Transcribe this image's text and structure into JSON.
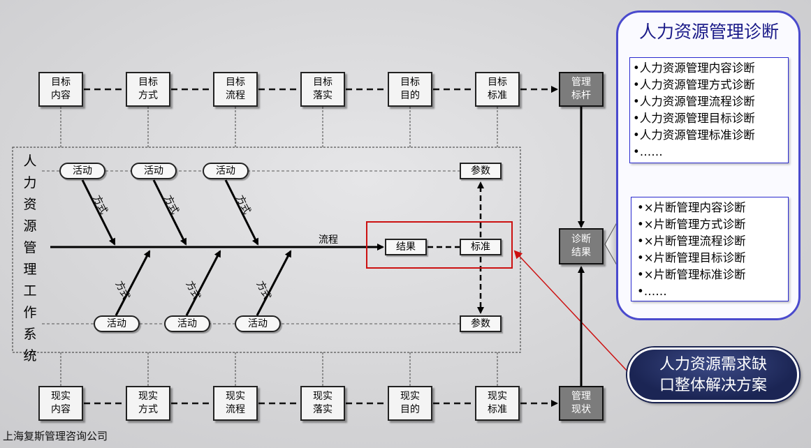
{
  "top_row": [
    {
      "label": "目标\n内容"
    },
    {
      "label": "目标\n方式"
    },
    {
      "label": "目标\n流程"
    },
    {
      "label": "目标\n落实"
    },
    {
      "label": "目标\n目的"
    },
    {
      "label": "目标\n标准"
    }
  ],
  "bottom_row": [
    {
      "label": "现实\n内容"
    },
    {
      "label": "现实\n方式"
    },
    {
      "label": "现实\n流程"
    },
    {
      "label": "现实\n落实"
    },
    {
      "label": "现实\n目的"
    },
    {
      "label": "现实\n标准"
    }
  ],
  "benchmark": "管理\n标杆",
  "current_state": "管理\n现状",
  "diagnosis_result": "诊断\n结果",
  "system_title": "人力资源管理工作系统",
  "activity_label": "活动",
  "method_label": "方式",
  "parameter_label": "参数",
  "flow_label": "流程",
  "result_label": "结果",
  "standard_label": "标准",
  "diagnosis_panel": {
    "title": "人力资源管理诊断",
    "items": [
      "•人力资源管理内容诊断",
      "•人力资源管理方式诊断",
      "•人力资源管理流程诊断",
      "•人力资源管理目标诊断",
      "•人力资源管理标准诊断",
      "•……"
    ]
  },
  "fragment_panel": {
    "items": [
      "•×片断管理内容诊断",
      "•×片断管理方式诊断",
      "•×片断管理流程诊断",
      "•×片断管理目标诊断",
      "•×片断管理标准诊断",
      "•……"
    ]
  },
  "solution": "人力资源需求缺\n口整体解决方案",
  "company": "上海复斯管理咨询公司",
  "colors": {
    "panel_border": "#4a4acd",
    "highlight": "#cc1111",
    "solution_bg": "#1b2554",
    "dark_box": "#7c7c7c"
  }
}
